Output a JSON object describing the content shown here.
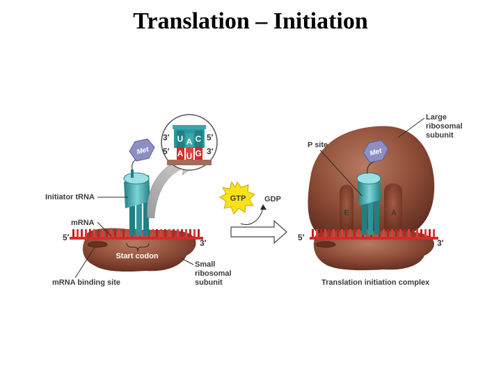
{
  "title": "Translation – Initiation",
  "left_panel": {
    "met_label": "Met",
    "initiator_trna_label": "Initiator tRNA",
    "mrna_label": "mRNA",
    "five_prime": "5′",
    "three_prime": "3′",
    "start_codon_label": "Start codon",
    "small_subunit_label": [
      "Small",
      "ribosomal",
      "subunit"
    ],
    "mrna_binding_site_label": "mRNA binding site",
    "inset": {
      "top_left": "3′",
      "top_right": "5′",
      "bottom_left": "5′",
      "bottom_right": "3′",
      "anticodon": [
        "U",
        "A",
        "C"
      ],
      "codon": [
        "A",
        "U",
        "G"
      ]
    }
  },
  "middle": {
    "gtp_label": "GTP",
    "gdp_label": "GDP"
  },
  "right_panel": {
    "large_subunit_label": [
      "Large",
      "ribosomal",
      "subunit"
    ],
    "p_site_label": "P site",
    "met_label": "Met",
    "e_site_label": "E",
    "a_site_label": "A",
    "five_prime": "5′",
    "three_prime": "3′",
    "complex_label": "Translation initiation complex"
  },
  "colors": {
    "ribosome": "#8b4a35",
    "trna": "#3aa7ad",
    "mrna": "#d52b2b",
    "met": "#8d8fc4",
    "gtp": "#f6e21a"
  }
}
